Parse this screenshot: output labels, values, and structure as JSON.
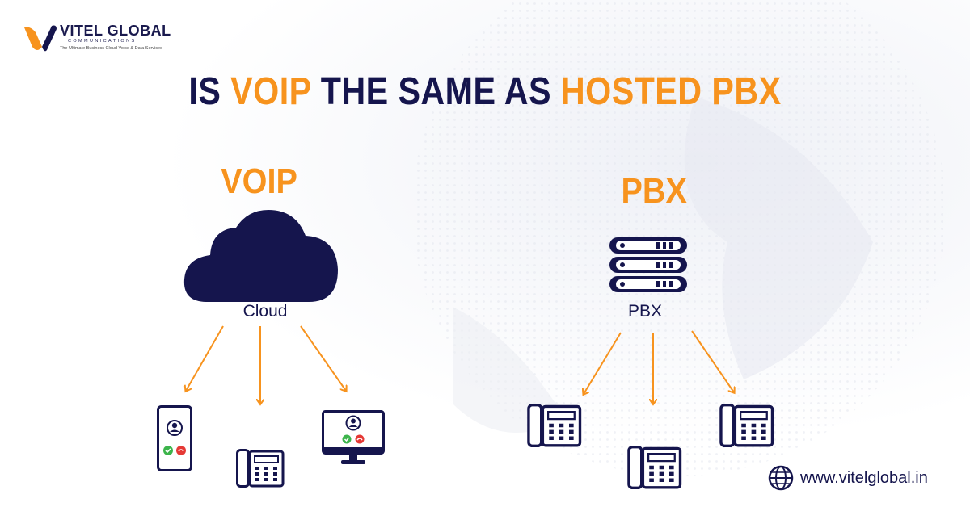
{
  "brand": {
    "name": "VITEL GLOBAL",
    "subtitle": "COMMUNICATIONS",
    "tagline": "The Ultimate Business Cloud Voice & Data Services"
  },
  "headline": {
    "part1": "IS ",
    "part2": "VOIP",
    "part3": " THE SAME AS ",
    "part4": "HOSTED PBX"
  },
  "voip_section": {
    "title": "VOIP",
    "node_label": "Cloud",
    "endpoints": [
      "smartphone-icon",
      "desk-phone-icon",
      "monitor-call-icon"
    ]
  },
  "pbx_section": {
    "title": "PBX",
    "node_label": "PBX",
    "endpoints": [
      "desk-phone-icon",
      "desk-phone-icon",
      "desk-phone-icon"
    ]
  },
  "footer": {
    "website": "www.vitelglobal.in"
  },
  "colors": {
    "navy": "#15154d",
    "orange": "#f7931e",
    "green": "#3cb44b",
    "red": "#e53935"
  }
}
